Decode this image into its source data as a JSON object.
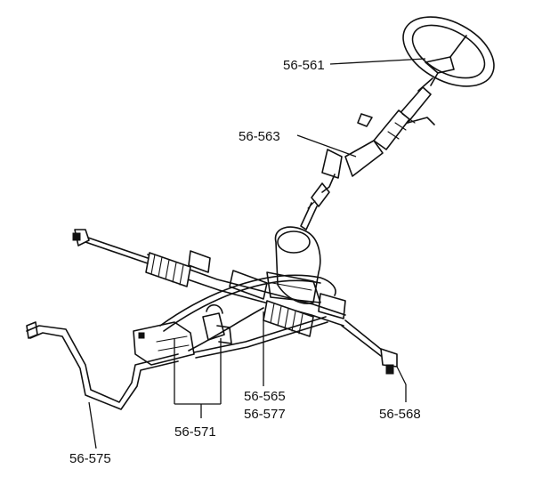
{
  "callouts": {
    "steering_wheel": "56-561",
    "steering_column": "56-563",
    "gear_box_line1": "56-565",
    "gear_box_line2": "56-577",
    "tie_rod_end": "56-568",
    "pressure_pipes": "56-571",
    "return_pipe": "56-575"
  }
}
